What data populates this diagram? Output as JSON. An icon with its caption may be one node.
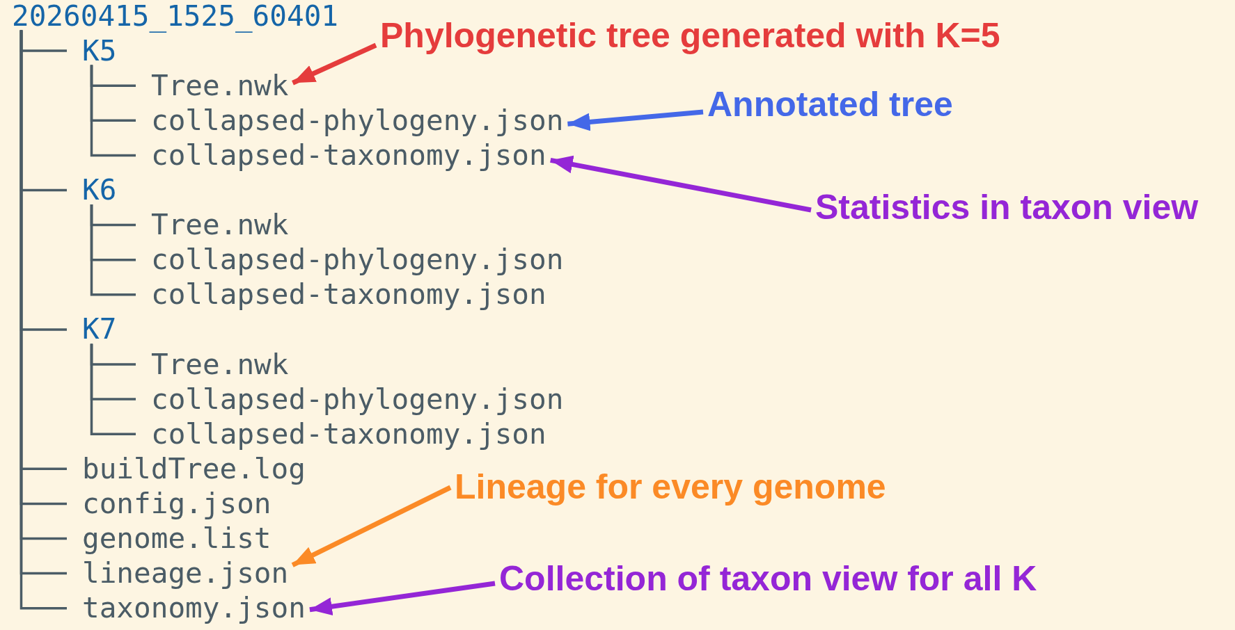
{
  "diagram": {
    "nodes": [
      {
        "text": [
          "20260415_1525_60401"
        ]
      },
      {
        "text": [
          "K5"
        ]
      },
      {
        "text": [
          "Tree.nwk"
        ]
      },
      {
        "text": [
          "collapsed-phylogeny.json"
        ]
      },
      {
        "text": [
          "collapsed-taxonomy.json"
        ]
      },
      {
        "text": [
          "K6"
        ]
      },
      {
        "text": [
          "Tree.nwk"
        ]
      },
      {
        "text": [
          "collapsed-phylogeny.json"
        ]
      },
      {
        "text": [
          "collapsed-taxonomy.json"
        ]
      },
      {
        "text": [
          "K7"
        ]
      },
      {
        "text": [
          "Tree.nwk"
        ]
      },
      {
        "text": [
          "collapsed-phylogeny.json"
        ]
      },
      {
        "text": [
          "collapsed-taxonomy.json"
        ]
      },
      {
        "text": [
          "buildTree.log"
        ]
      },
      {
        "text": [
          "config.json"
        ]
      },
      {
        "text": [
          "genome.list"
        ]
      },
      {
        "text": [
          "lineage.json"
        ]
      },
      {
        "text": [
          "taxonomy.json"
        ]
      },
      {
        "text": [
          "Phylogenetic tree generated with K=5"
        ]
      },
      {
        "text": [
          "Annotated tree"
        ]
      },
      {
        "text": [
          "Statistics in taxon view"
        ]
      },
      {
        "text": [
          "Lineage for every genome"
        ]
      },
      {
        "text": [
          "Collection of taxon view for all K"
        ]
      }
    ],
    "edges": [
      {
        "from": 0,
        "to": 1,
        "arrow": "none"
      },
      {
        "from": 1,
        "to": 2,
        "arrow": "none"
      },
      {
        "from": 1,
        "to": 3,
        "arrow": "none"
      },
      {
        "from": 1,
        "to": 4,
        "arrow": "none"
      },
      {
        "from": 0,
        "to": 5,
        "arrow": "none"
      },
      {
        "from": 5,
        "to": 6,
        "arrow": "none"
      },
      {
        "from": 5,
        "to": 7,
        "arrow": "none"
      },
      {
        "from": 5,
        "to": 8,
        "arrow": "none"
      },
      {
        "from": 0,
        "to": 9,
        "arrow": "none"
      },
      {
        "from": 9,
        "to": 10,
        "arrow": "none"
      },
      {
        "from": 9,
        "to": 11,
        "arrow": "none"
      },
      {
        "from": 9,
        "to": 12,
        "arrow": "none"
      },
      {
        "from": 0,
        "to": 13,
        "arrow": "none"
      },
      {
        "from": 0,
        "to": 14,
        "arrow": "none"
      },
      {
        "from": 0,
        "to": 15,
        "arrow": "none"
      },
      {
        "from": 0,
        "to": 16,
        "arrow": "none"
      },
      {
        "from": 0,
        "to": 17,
        "arrow": "none"
      },
      {
        "from": 18,
        "to": 2,
        "arrow": "to",
        "style": "thick",
        "color": "#e53c3c"
      },
      {
        "from": 19,
        "to": 3,
        "arrow": "to",
        "style": "thick",
        "color": "#4468e8"
      },
      {
        "from": 20,
        "to": 4,
        "arrow": "to",
        "style": "thick",
        "color": "#9426d6"
      },
      {
        "from": 21,
        "to": 16,
        "arrow": "to",
        "style": "thick",
        "color": "#fb8a26"
      },
      {
        "from": 22,
        "to": 17,
        "arrow": "to",
        "style": "thick",
        "color": "#9426d6"
      }
    ]
  }
}
